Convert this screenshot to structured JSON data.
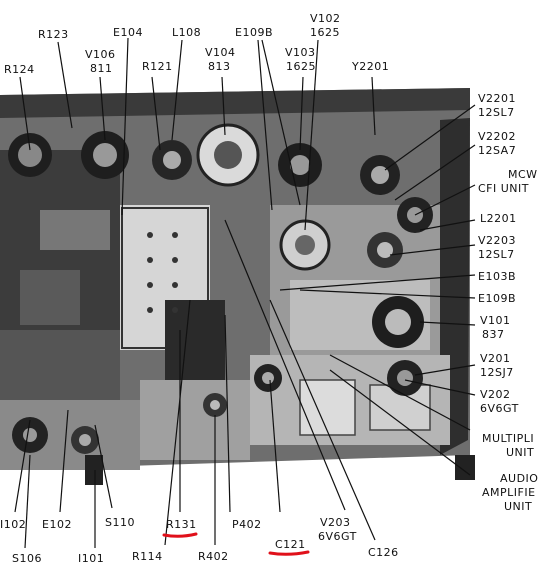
{
  "labels": {
    "r123": "R123",
    "e104": "E104",
    "l108": "L108",
    "e109b_top": "E109B",
    "v102": "V102",
    "v102_type": "1625",
    "r124": "R124",
    "v106": "V106",
    "v106_type": "811",
    "r121": "R121",
    "v104": "V104",
    "v104_type": "813",
    "v103": "V103",
    "v103_type": "1625",
    "y2201": "Y2201",
    "v2201": "V2201",
    "v2201_type": "12SL7",
    "v2202": "V2202",
    "v2202_type": "12SA7",
    "mcw_1": "MCW",
    "mcw_2": "CFI UNIT",
    "l2201": "L2201",
    "v2203": "V2203",
    "v2203_type": "12SL7",
    "e103b": "E103B",
    "e109b_right": "E109B",
    "v101": "V101",
    "v101_type": "837",
    "v201": "V201",
    "v201_type": "12SJ7",
    "v202": "V202",
    "v202_type": "6V6GT",
    "multipl_1": "MULTIPLI",
    "multipl_2": "UNIT",
    "audio_1": "AUDIO",
    "audio_2": "AMPLIFIE",
    "audio_3": "UNIT",
    "i102": "I102",
    "e102": "E102",
    "s110": "S110",
    "r131": "R131",
    "p402": "P402",
    "v203": "V203",
    "v203_type": "6V6GT",
    "c126": "C126",
    "s106": "S106",
    "i101": "I101",
    "r114": "R114",
    "r402": "R402",
    "c121": "C121"
  },
  "colors": {
    "underline": "#e0101a",
    "chassis_dark": "#2a2a2a",
    "chassis_mid": "#7a7a7a",
    "chassis_light": "#c8c8c8"
  }
}
